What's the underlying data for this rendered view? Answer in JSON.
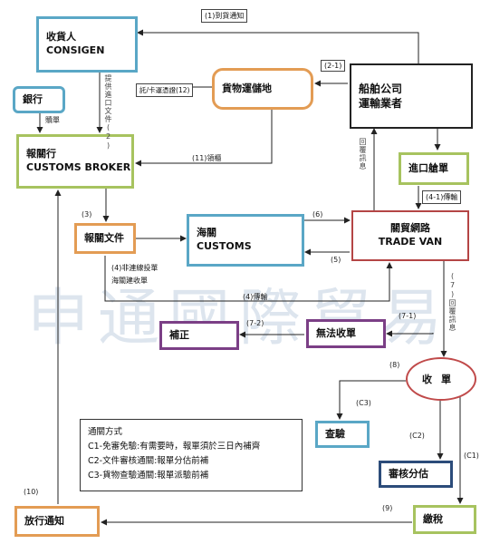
{
  "watermark": "申通國際貿易",
  "nodes": {
    "consignee": {
      "line1": "收貨人",
      "line2": "CONSIGEN"
    },
    "bank": {
      "label": "銀行"
    },
    "storage": {
      "label": "貨物運儲地"
    },
    "shipping": {
      "line1": "船舶公司",
      "line2": "運輸業者"
    },
    "broker": {
      "line1": "報關行",
      "line2": "CUSTOMS BROKER"
    },
    "manifest": {
      "label": "進口艙單"
    },
    "declaration": {
      "label": "報關文件"
    },
    "customs": {
      "line1": "海關",
      "line2": "CUSTOMS"
    },
    "tradevan": {
      "line1": "關貿網路",
      "line2": "TRADE VAN"
    },
    "correction": {
      "label": "補正"
    },
    "rejected": {
      "label": "無法收單"
    },
    "receipt": {
      "label": "收單"
    },
    "inspection": {
      "label": "查驗"
    },
    "review": {
      "label": "審核分估"
    },
    "tax": {
      "label": "繳稅"
    },
    "release": {
      "label": "放行通知"
    }
  },
  "edges": {
    "e1": "(1)到貨通知",
    "e2_1": "(2-1)",
    "e12": "託/卡運憑證(12)",
    "e2": "提供進口文件(2)",
    "bank_doc": "贖單",
    "e11": "(11)領櫃",
    "reply1": "回覆訊息",
    "e4_1": "(4-1)傳輸",
    "e3": "(3)",
    "e6": "(6)",
    "e5": "(5)",
    "e4": "(4)傳輸",
    "offline_1": "(4)非連線投單",
    "offline_2": "海關建收單",
    "e7": "(7)回覆訊息",
    "e7_1": "(7-1)",
    "e7_2": "(7-2)",
    "e8": "(8)",
    "c3": "(C3)",
    "c2": "(C2)",
    "c1": "(C1)",
    "e9": "(9)",
    "e10": "(10)"
  },
  "legend": {
    "title": "通關方式",
    "items": [
      "C1-免審免驗:有需要時，報單須於三日內補齊",
      "C2-文件審核通關:報單分估前補",
      "C3-貨物查驗通關:報單派驗前補"
    ]
  }
}
